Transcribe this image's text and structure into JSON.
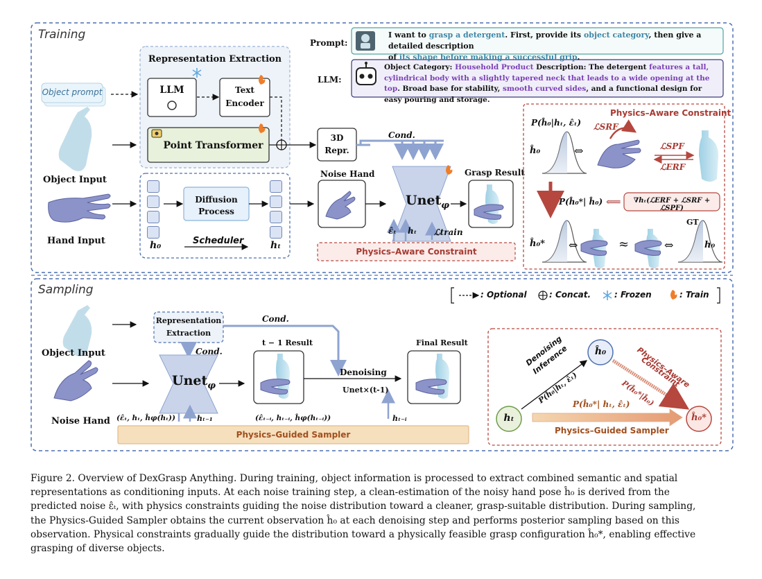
{
  "training": {
    "title": "Training",
    "object_prompt": "Object prompt",
    "object_input_label": "Object Input",
    "hand_input_label": "Hand Input",
    "rep_extraction_title": "Representation Extraction",
    "llm_label": "LLM",
    "text_encoder_line1": "Text",
    "text_encoder_line2": "Encoder",
    "point_transformer": "Point Transformer",
    "diffusion_line1": "Diffusion",
    "diffusion_line2": "Process",
    "scheduler": "Scheduler",
    "h0": "h₀",
    "ht": "hₜ",
    "repr3d_line1": "3D",
    "repr3d_line2": "Repr.",
    "cond": "Cond.",
    "noise_hand": "Noise Hand",
    "unet": "Unet",
    "unet_sub": "φ",
    "grasp_result": "Grasp Result",
    "eps_hat": "ε̂ₜ",
    "ht_in": "hₜ",
    "l_train": "ℒtrain",
    "physics_aware_constraint": "Physics–Aware Constraint"
  },
  "prompt_box": {
    "prompt_label": "Prompt:",
    "text_a": "I want to ",
    "text_hl1": "grasp a detergent",
    "text_b": ". First, provide its ",
    "text_hl2": "object category",
    "text_c": ", then give a detailed description",
    "text_d": "of ",
    "text_hl3": "its shape before making a successful grip",
    "text_e": "."
  },
  "llm_box": {
    "llm_label": "LLM:",
    "cat_label": "Object Category: ",
    "cat_value": "Household Product",
    "desc_label": "  Description: The detergent ",
    "desc_hl1": "features a tall, cylindrical",
    "desc_hl2": "body with a slightly tapered neck that leads to a wide opening at the top",
    "desc_b": ". Broad base for",
    "desc_c": "stability, ",
    "desc_hl3": "smooth curved sides",
    "desc_d": ", and a functional design for easy pouring and storage."
  },
  "pac_panel": {
    "title": "Physics–Aware Constraint",
    "p_top": "P(ĥ₀|hₜ, ε̂ₜ)",
    "h0hat": "ĥ₀",
    "l_srf": "ℒSRF",
    "l_spf": "ℒSPF",
    "l_erf": "ℒERF",
    "equiv": "⇔",
    "p_mid": "P(ĥ₀*| ĥ₀)",
    "grad": "∇hₜ(ℒERF + ℒSRF + ℒSPF)",
    "h0star": "ĥ₀*",
    "approx": "≈",
    "gt": "GT",
    "h0": "h₀"
  },
  "sampling": {
    "title": "Sampling",
    "legend_optional": ": Optional",
    "legend_concat": ": Concat.",
    "legend_frozen": ": Frozen",
    "legend_train": ": Train",
    "object_input_label": "Object Input",
    "noise_hand_label": "Noise Hand",
    "rep_line1": "Representation",
    "rep_line2": "Extraction",
    "cond_top": "Cond.",
    "cond_inner": "Cond.",
    "unet": "Unet",
    "unet_sub": "φ",
    "t1_result": "t − 1 Result",
    "final_result": "Final Result",
    "denoising": "Denoising",
    "unet_times": "Unet×(t-1)",
    "in_left": "(ε̂ₜ, hₜ, ĥφ(hₜ))",
    "h_t1": "hₜ₋₁",
    "in_mid": "(ε̂ₜ₋ᵢ, hₜ₋ᵢ, ĥφ(hₜ₋ᵢ))",
    "h_ti": "hₜ₋ᵢ",
    "pgs": "Physics–Guided Sampler"
  },
  "pgs_panel": {
    "denoising_inference_1": "Denoising",
    "denoising_inference_2": "Inference",
    "p_diag": "P(ĥ₀|hₜ, ε̂ₜ)",
    "pac_1": "Physics–Aware",
    "pac_2": "Constraint",
    "p_diag2": "P(ĥ₀*|ĥ₀)",
    "h0hat": "ĥ₀",
    "ht": "hₜ",
    "h0star": "ĥ₀*",
    "p_bottom": "P(ĥ₀*| hₜ, ε̂ₜ)",
    "pgs": "Physics–Guided Sampler"
  },
  "caption": {
    "line1": "Figure 2.  Overview of DexGrasp Anything.  During training, object information is processed to extract combined semantic and spatial",
    "line2": "representations as conditioning inputs.  At each noise training step, a clean-estimation of the noisy hand pose ĥ₀ is derived from the",
    "line3": "predicted noise ε̂ₜ, with physics constraints guiding the noise distribution toward a cleaner, grasp-suitable distribution. During sampling,",
    "line4": "the Physics-Guided Sampler obtains the current observation ĥ₀ at each denoising step and performs posterior sampling based on this",
    "line5": "observation. Physical constraints gradually guide the distribution toward a physically feasible grasp configuration ĥ₀*, enabling effective",
    "line6": "grasping of diverse objects."
  },
  "colors": {
    "panel_border": "#4c6fb0",
    "unet_fill": "#c9d4ea",
    "red": "#a83a32",
    "purple": "#7a3fb3",
    "teal": "#3f86a5",
    "sampler_fill": "#f6dfbd",
    "green_fill": "#e9f1dc"
  }
}
